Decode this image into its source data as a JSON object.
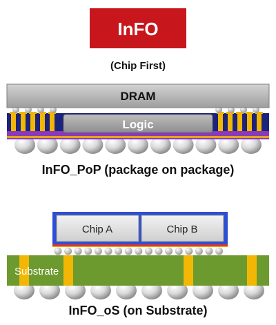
{
  "header": {
    "badge_text": "InFO",
    "subtitle": "(Chip First)"
  },
  "pop": {
    "dram_label": "DRAM",
    "logic_label": "Logic",
    "caption": "InFO_PoP (package on package)"
  },
  "os": {
    "chip_a_label": "Chip A",
    "chip_b_label": "Chip B",
    "substrate_label": "Substrate",
    "caption": "InFO_oS (on Substrate)"
  },
  "colors": {
    "badge_red": "#c8161d",
    "dram_gray": "#b3b3b3",
    "logic_gray": "#a9a9a9",
    "via_yellow": "#f2b705",
    "mold_navy": "#1c237a",
    "rdl_purple": "#8a3ab9",
    "interposer_blue": "#2c4fd3",
    "chip_light": "#e6e6e6",
    "substrate_green": "#6c9a2f",
    "ball_gray": "#cfcfcf",
    "redline": "#d23a3a"
  }
}
